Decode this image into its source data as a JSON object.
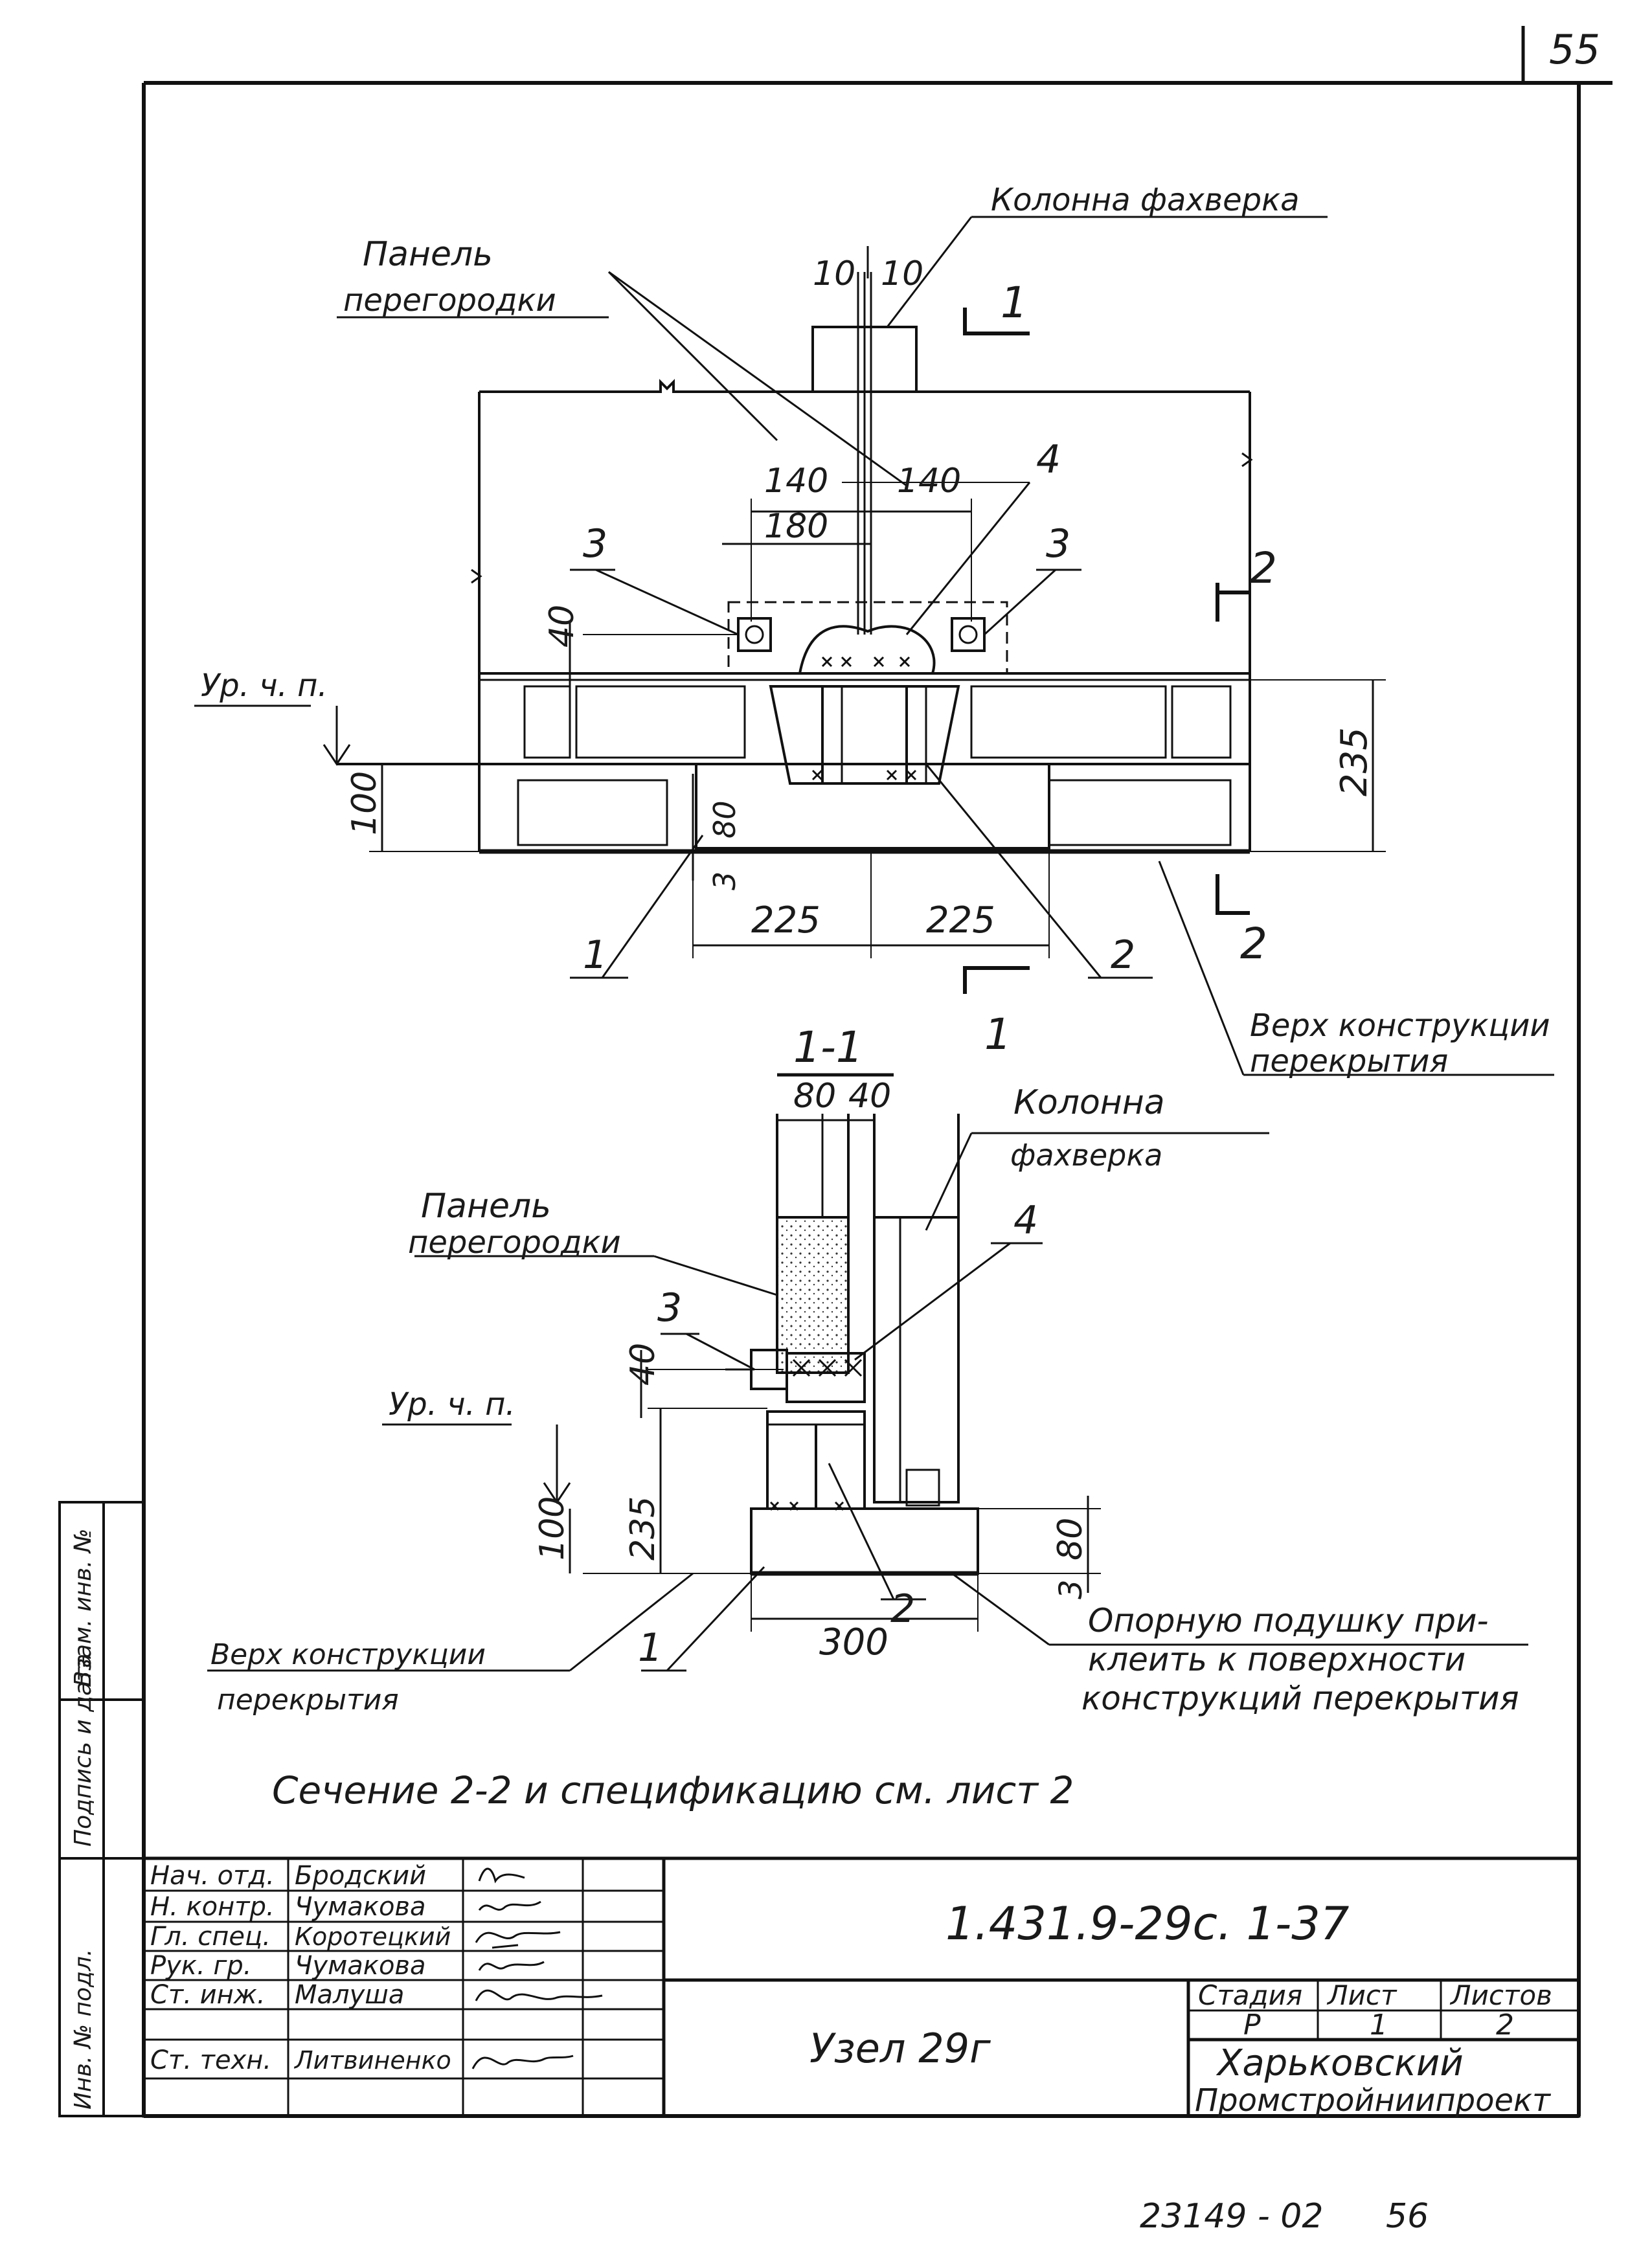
{
  "sheet_number_top": "55",
  "bottom_number": "23149 - 02",
  "bottom_page": "56",
  "plan_view": {
    "column_label": "Колонна фахверка",
    "panel_label_line1": "Панель",
    "panel_label_line2": "перегородки",
    "level_label": "Ур. ч. п.",
    "floor_label_line1": "Верх конструкции",
    "floor_label_line2": "перекрытия",
    "dims": {
      "d10a": "10",
      "d10b": "10",
      "d140a": "140",
      "d140b": "140",
      "d180": "180",
      "d40": "40",
      "d235": "235",
      "d100": "100",
      "d80": "80",
      "d3": "3",
      "d225a": "225",
      "d225b": "225"
    },
    "callouts": {
      "c1": "1",
      "c2": "2",
      "c3a": "3",
      "c3b": "3",
      "c4": "4"
    },
    "section_marks": {
      "s1_top": "1",
      "s1_bottom": "1",
      "s2_top": "2",
      "s2_bottom": "2"
    }
  },
  "section_view": {
    "title": "1-1",
    "column_label_line1": "Колонна",
    "column_label_line2": "фахверка",
    "panel_label_line1": "Панель",
    "panel_label_line2": "перегородки",
    "level_label": "Ур. ч. п.",
    "floor_label_line1": "Верх конструкции",
    "floor_label_line2": "перекрытия",
    "note_line1": "Опорную подушку при-",
    "note_line2": "клеить к поверхности",
    "note_line3": "конструкций перекрытия",
    "dims": {
      "d80": "80",
      "d40": "40",
      "d40b": "40",
      "d100": "100",
      "d235": "235",
      "d80b": "80",
      "d3": "3",
      "d300": "300"
    },
    "callouts": {
      "c1": "1",
      "c2": "2",
      "c3": "3",
      "c4": "4"
    }
  },
  "footer_note": "Сечение 2-2 и спецификацию см. лист 2",
  "side_strip": {
    "label1": "Инв. № подл.",
    "label2": "Подпись и дата",
    "label3": "Взам. инв. №"
  },
  "title_block": {
    "designation": "1.431.9-29с. 1-37",
    "node_title": "Узел 29г",
    "org_line1": "Харьковский",
    "org_line2": "Промстройниипроект",
    "stage_header": "Стадия",
    "sheet_header": "Лист",
    "sheets_header": "Листов",
    "stage_value": "Р",
    "sheet_value": "1",
    "sheets_value": "2",
    "staff": [
      {
        "role": "Нач. отд.",
        "name": "Бродский"
      },
      {
        "role": "Н. контр.",
        "name": "Чумакова"
      },
      {
        "role": "Гл. спец.",
        "name": "Коротецкий"
      },
      {
        "role": "Рук. гр.",
        "name": "Чумакова"
      },
      {
        "role": "Ст. инж.",
        "name": "Малуша"
      },
      {
        "role": "",
        "name": ""
      },
      {
        "role": "Ст. техн.",
        "name": "Литвиненко"
      }
    ]
  }
}
